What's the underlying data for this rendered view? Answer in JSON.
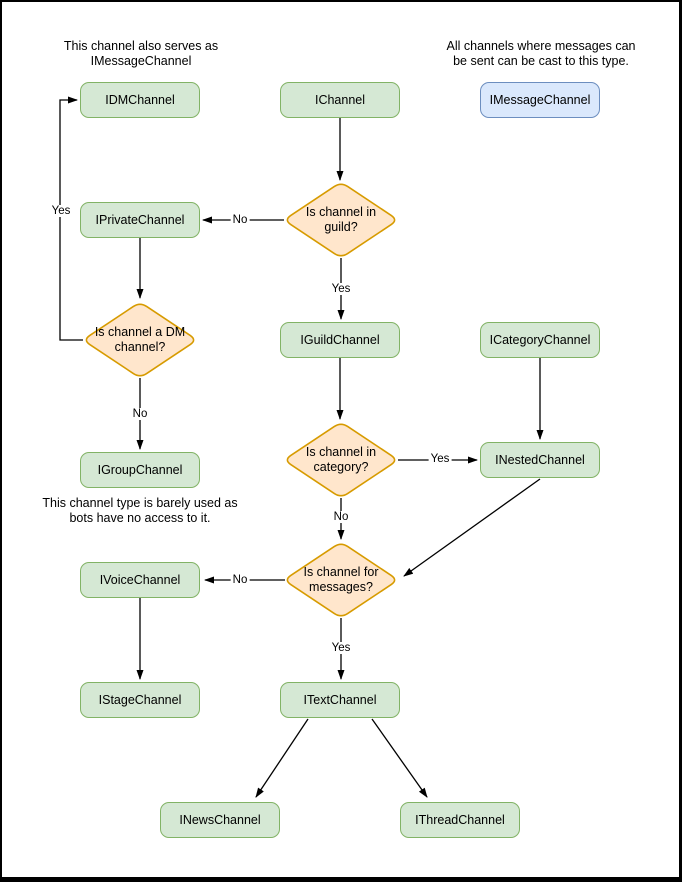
{
  "notes": {
    "dm_note": [
      "This channel also serves as",
      "IMessageChannel"
    ],
    "message_note": [
      "All channels where messages can",
      "be sent can be cast to this type."
    ],
    "group_note": [
      "This channel type is barely used as",
      "bots have no access to it."
    ]
  },
  "nodes": {
    "idmchannel": "IDMChannel",
    "ichannel": "IChannel",
    "imessagechannel": "IMessageChannel",
    "iprivatechannel": "IPrivateChannel",
    "iguildchannel": "IGuildChannel",
    "icategorychannel": "ICategoryChannel",
    "inestedchannel": "INestedChannel",
    "igroupchannel": "IGroupChannel",
    "ivoicechannel": "IVoiceChannel",
    "istagechannel": "IStageChannel",
    "itextchannel": "ITextChannel",
    "inewschannel": "INewsChannel",
    "ithreadchannel": "IThreadChannel"
  },
  "decisions": {
    "in_guild": "Is channel in guild?",
    "is_dm": "Is channel a DM channel?",
    "in_category": "Is channel in category?",
    "for_messages": "Is channel for messages?"
  },
  "edge_labels": {
    "guild_no": "No",
    "guild_yes": "Yes",
    "dm_yes": "Yes",
    "dm_no": "No",
    "category_yes": "Yes",
    "category_no": "No",
    "messages_no": "No",
    "messages_yes": "Yes"
  },
  "colors": {
    "node_fill": "#d5e8d4",
    "node_border": "#82b366",
    "decision_fill": "#ffe6cc",
    "decision_border": "#d79b00",
    "cast_fill": "#dae8fc",
    "cast_border": "#6c8ebf"
  }
}
